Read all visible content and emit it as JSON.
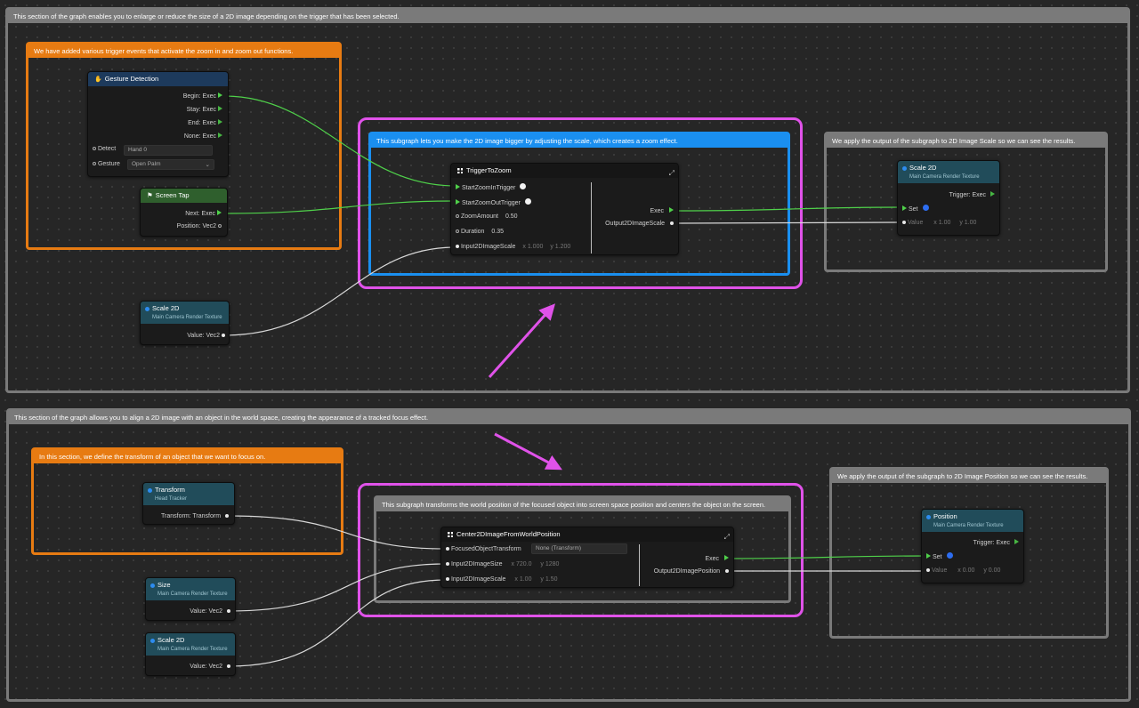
{
  "top_section": {
    "header": "This section of the graph enables you to enlarge or reduce the size of a 2D image depending on the trigger that has been selected.",
    "trigger_group": "We have added various trigger events that activate the zoom in and zoom out functions.",
    "subgraph_group": "This subgraph lets you make the 2D image bigger by adjusting the scale, which creates a zoom effect.",
    "output_group": "We apply the output of the subgraph to 2D Image Scale so we can see the results.",
    "gesture_node": {
      "title": "Gesture Detection",
      "begin": "Begin: Exec",
      "stay": "Stay: Exec",
      "end": "End: Exec",
      "none": "None: Exec",
      "detect_label": "Detect",
      "detect_value": "Hand 0",
      "gesture_label": "Gesture",
      "gesture_value": "Open Palm"
    },
    "tap_node": {
      "title": "Screen Tap",
      "next": "Next: Exec",
      "position": "Position: Vec2"
    },
    "scale_in_node": {
      "title": "Scale 2D",
      "subtitle": "Main Camera Render Texture",
      "value": "Value: Vec2"
    },
    "zoom_node": {
      "title": "TriggerToZoom",
      "start_in": "StartZoomInTrigger",
      "start_out": "StartZoomOutTrigger",
      "zoom_amount_label": "ZoomAmount",
      "zoom_amount": "0.50",
      "duration_label": "Duration",
      "duration": "0.35",
      "input_label": "Input2DImageScale",
      "input_x": "x 1.000",
      "input_y": "y 1.200",
      "exec": "Exec",
      "output": "Output2DImageScale"
    },
    "scale_out_node": {
      "title": "Scale 2D",
      "subtitle": "Main Camera Render Texture",
      "trigger": "Trigger: Exec",
      "set": "Set",
      "value_label": "Value",
      "value_x": "x 1.00",
      "value_y": "y 1.00"
    }
  },
  "bottom_section": {
    "header": "This section of the graph allows you to align a 2D image with an object in the world space, creating the appearance of a tracked focus effect.",
    "transform_group": "In this section, we define the transform of an object that we want to focus on.",
    "subgraph_group": "This subgraph transforms the world position of the focused object into screen space position and centers the object on the screen.",
    "output_group": "We apply the output of the subgraph to 2D Image Position so we can see the results.",
    "transform_node": {
      "title": "Transform",
      "subtitle": "Head Tracker",
      "output": "Transform: Transform"
    },
    "size_node": {
      "title": "Size",
      "subtitle": "Main Camera Render Texture",
      "value": "Value: Vec2"
    },
    "scale_node": {
      "title": "Scale 2D",
      "subtitle": "Main Camera Render Texture",
      "value": "Value: Vec2"
    },
    "center_node": {
      "title": "Center2DImageFromWorldPosition",
      "focused": "FocusedObjectTransform",
      "focused_value": "None (Transform)",
      "size_label": "Input2DImageSize",
      "size_x": "x 720.0",
      "size_y": "y 1280",
      "scale_label": "Input2DImageScale",
      "scale_x": "x 1.00",
      "scale_y": "y 1.50",
      "exec": "Exec",
      "output": "Output2DImagePosition"
    },
    "position_node": {
      "title": "Position",
      "subtitle": "Main Camera Render Texture",
      "trigger": "Trigger: Exec",
      "set": "Set",
      "value_label": "Value",
      "value_x": "x 0.00",
      "value_y": "y 0.00"
    }
  },
  "colors": {
    "highlight": "#e052e9",
    "orange_group": "#e77b12",
    "blue_group": "#1a8ff0",
    "gray_group": "#7a7a7a",
    "exec_wire": "#4fd14a",
    "data_wire": "#d8d8d8"
  }
}
